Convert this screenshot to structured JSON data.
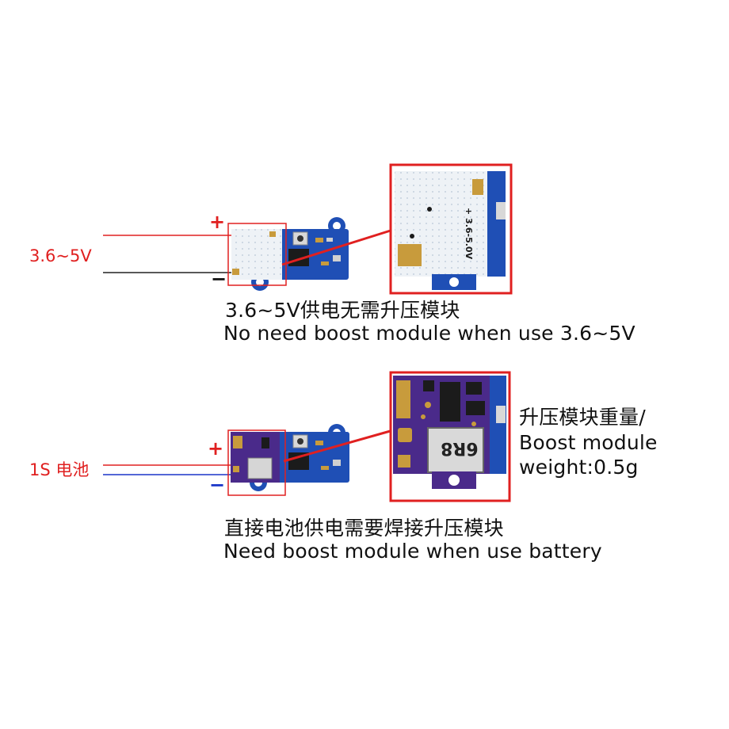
{
  "section1": {
    "voltage_label": "3.6~5V",
    "plus": "+",
    "minus": "−",
    "board_silkscreen": "+ 3.6-5.0V",
    "caption_cn": "3.6~5V供电无需升压模块",
    "caption_en": "No need boost module when use 3.6~5V"
  },
  "section2": {
    "voltage_label": "1S 电池",
    "plus": "+",
    "minus": "−",
    "inductor_marking": "6R8",
    "side_note_line1": "升压模块重量/",
    "side_note_line2": "Boost module",
    "side_note_line3": "weight:0.5g",
    "caption_cn": "直接电池供电需要焊接升压模块",
    "caption_en": "Need boost module when use battery"
  },
  "colors": {
    "highlight_red": "#e02020",
    "pcb_blue": "#1f4fb5",
    "pcb_purple": "#4a2a8a",
    "wire_negative": "#1a35c8"
  }
}
